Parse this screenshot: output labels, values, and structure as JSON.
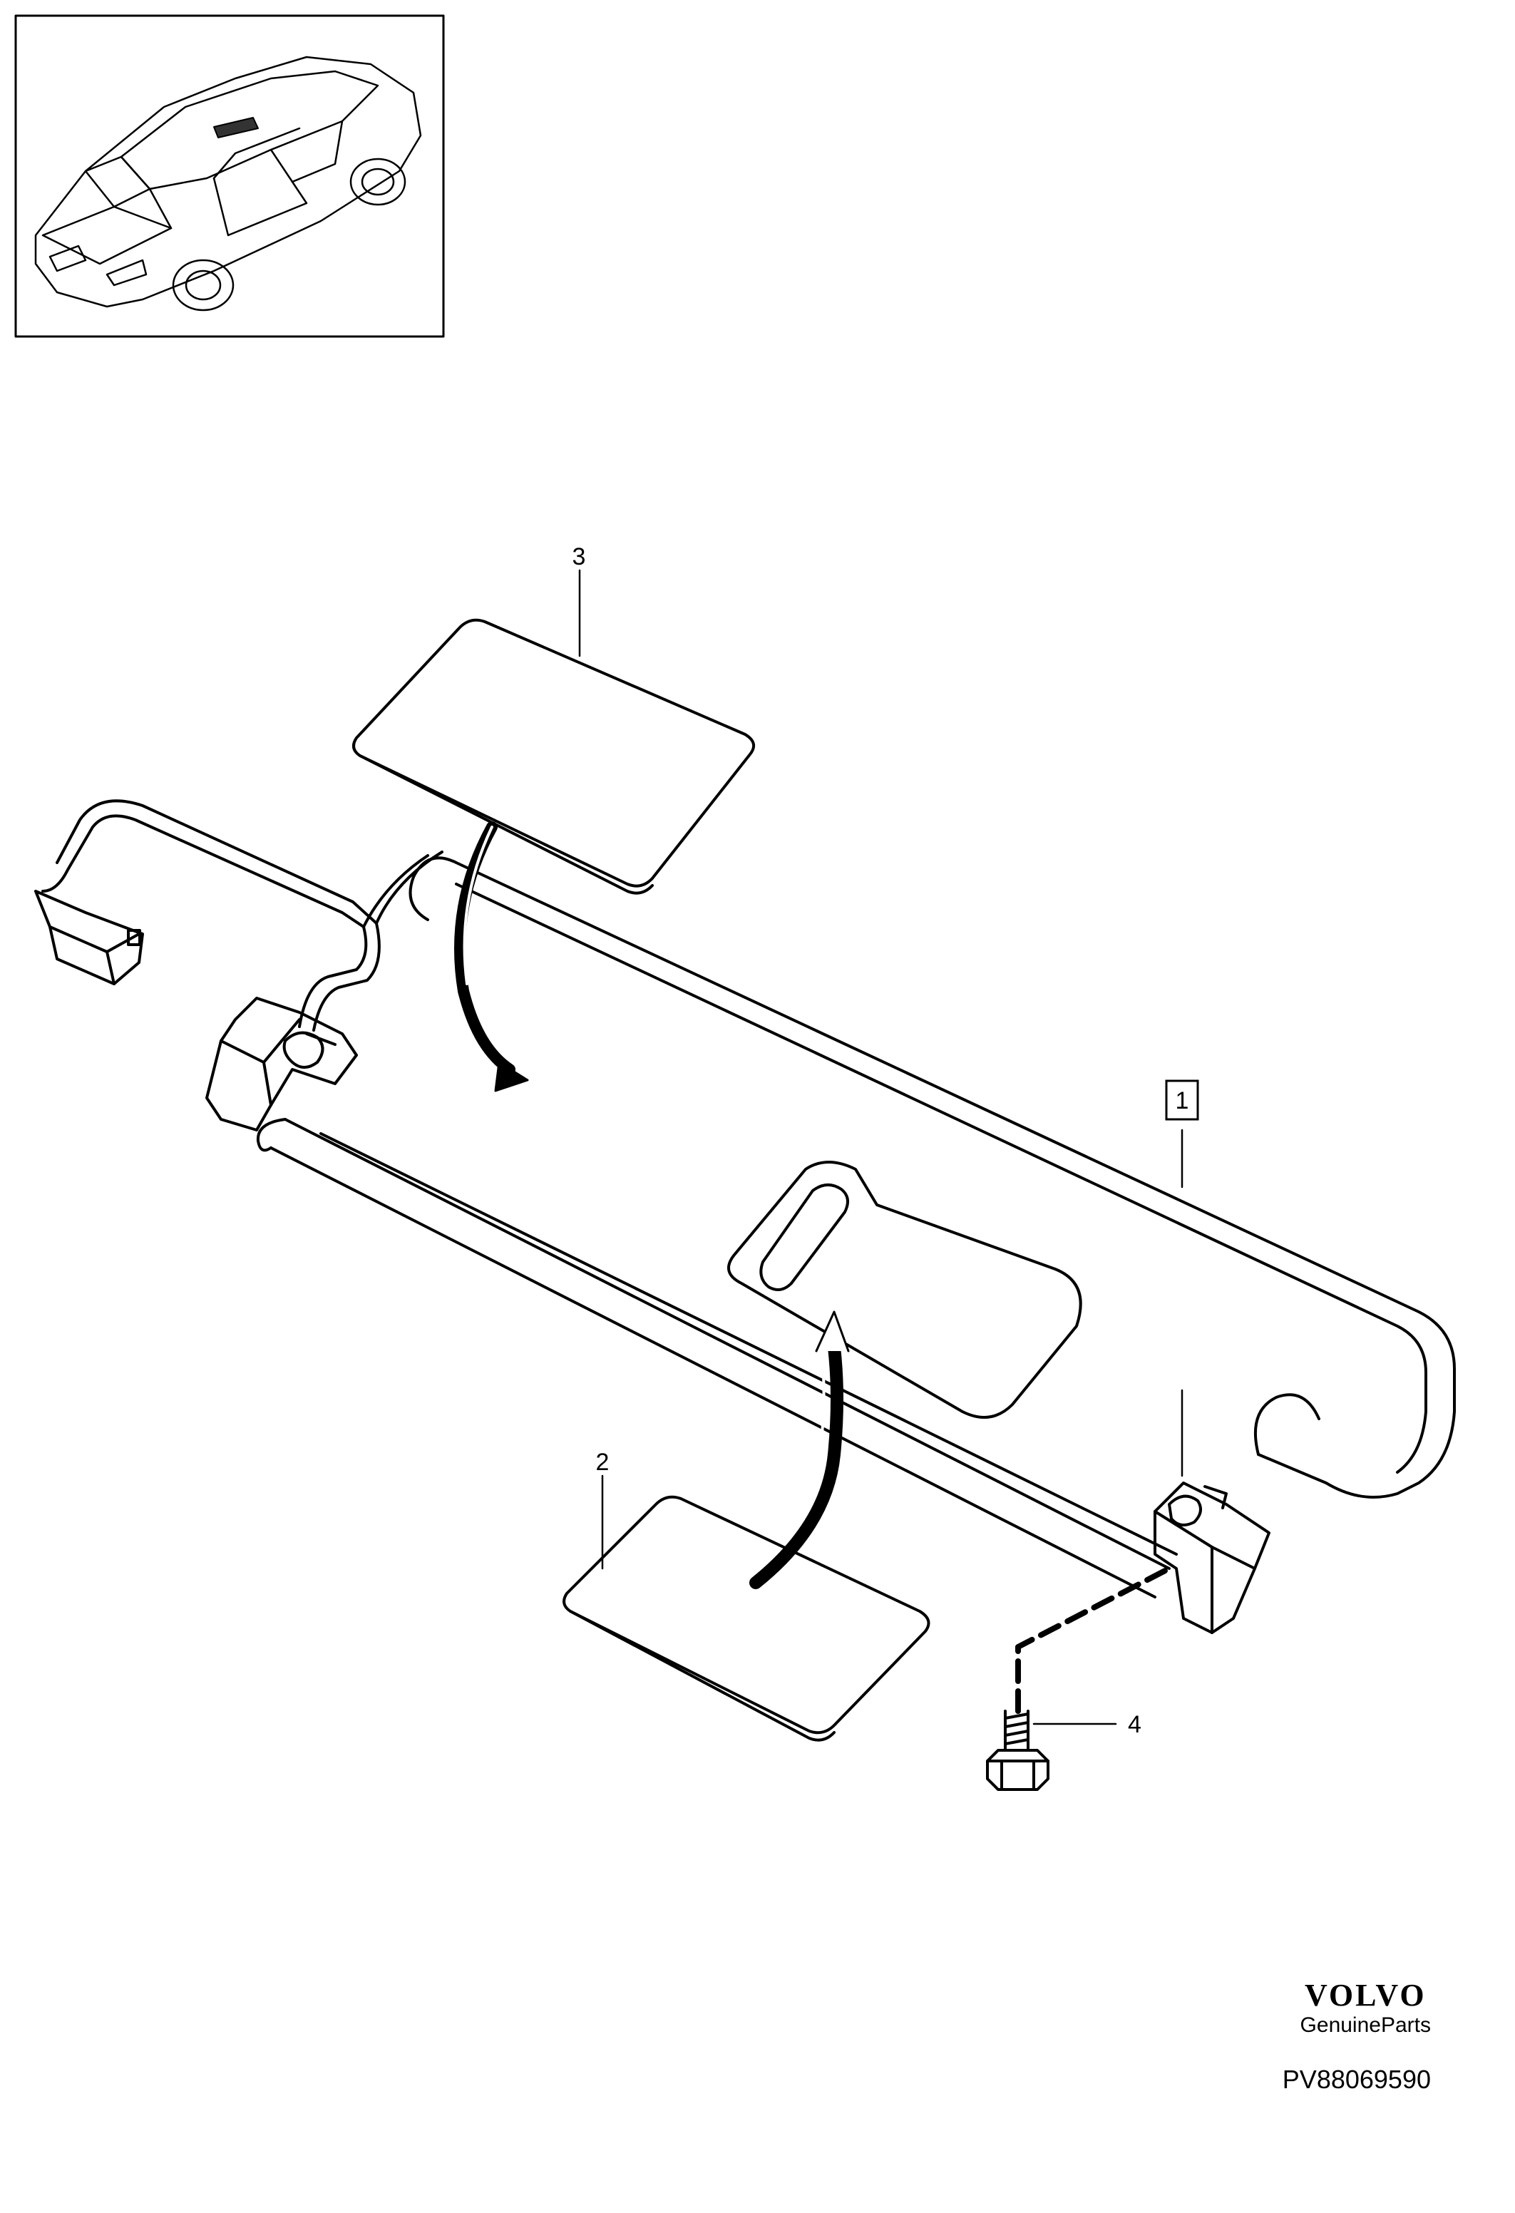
{
  "callouts": {
    "c1": "1",
    "c2": "2",
    "c3": "3",
    "c4": "4"
  },
  "brand": {
    "logo": "VOLVO",
    "subtitle": "GenuineParts"
  },
  "diagram_id": "PV88069590"
}
